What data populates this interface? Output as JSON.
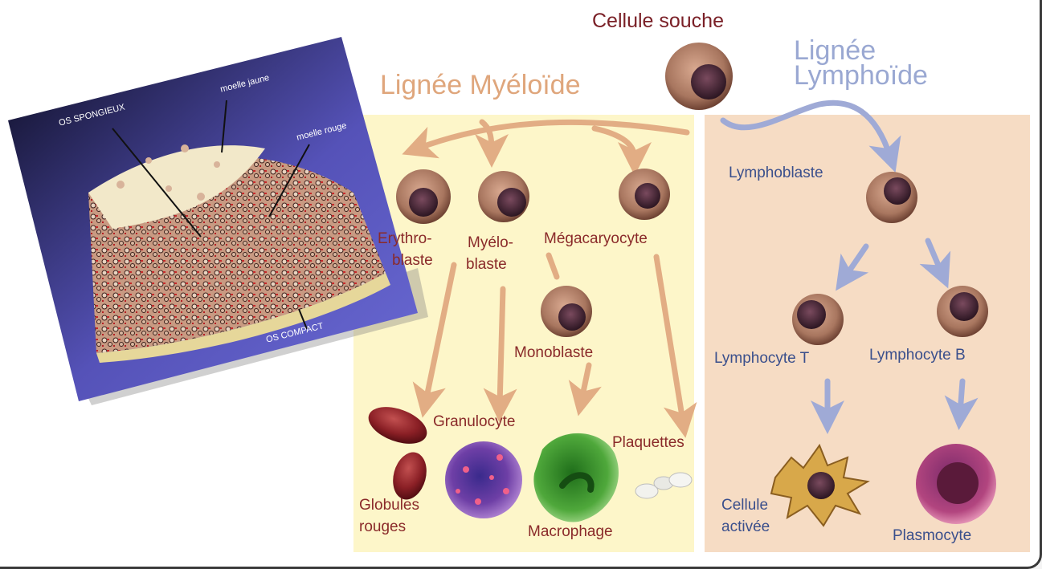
{
  "inset": {
    "labels": {
      "spongy": "OS SPONGIEUX",
      "yellow_marrow": "moelle jaune",
      "red_marrow": "moelle rouge",
      "compact": "OS COMPACT"
    }
  },
  "diagram": {
    "stem_cell": "Cellule souche",
    "myeloid_title": "Lignée Myéloïde",
    "lymphoid_title_line1": "Lignée",
    "lymphoid_title_line2": "Lymphoïde",
    "erythro_line1": "Erythro-",
    "erythro_line2": "blaste",
    "myelo_line1": "Myélo-",
    "myelo_line2": "blaste",
    "megakaryocyte": "Mégacaryocyte",
    "monoblast": "Monoblaste",
    "granulocyte": "Granulocyte",
    "platelets": "Plaquettes",
    "rbc_line1": "Globules",
    "rbc_line2": "rouges",
    "macrophage": "Macrophage",
    "lymphoblast": "Lymphoblaste",
    "lymphocyte_t": "Lymphocyte T",
    "lymphocyte_b": "Lymphocyte B",
    "activated_line1": "Cellule",
    "activated_line2": "activée",
    "plasmocyte": "Plasmocyte"
  },
  "colors": {
    "myeloid_panel": "#fdf6c9",
    "lymphoid_panel": "#f6dcc4",
    "myeloid_arrow": "#e2ad84",
    "lymphoid_arrow": "#9faad6",
    "label_red": "#8a2a2a",
    "label_blue": "#3a4f8c"
  }
}
